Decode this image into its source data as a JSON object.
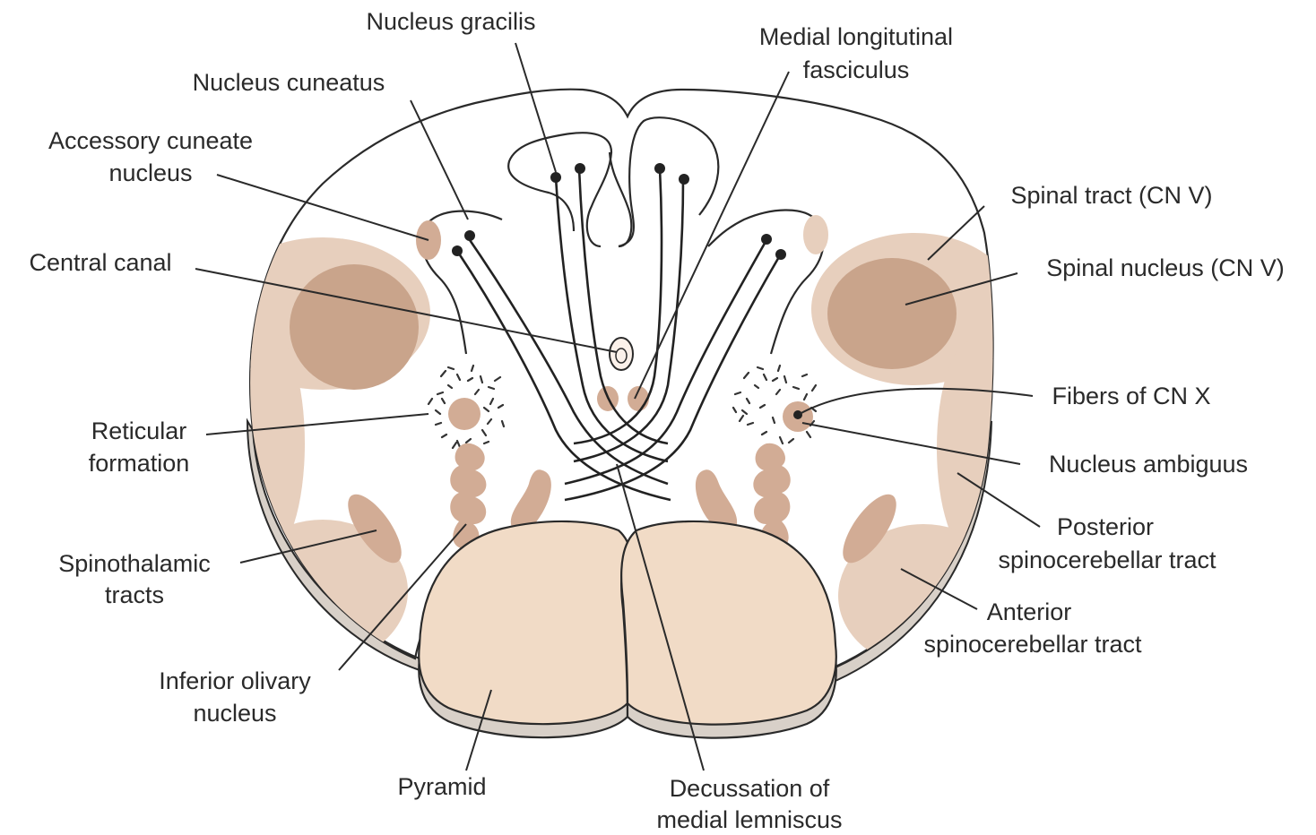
{
  "colors": {
    "tissue": "#fbf1ea",
    "pyramid": "#f1dbc6",
    "rim": "#d8d0c8",
    "tract_light": "#e7cfbd",
    "tract_dark": "#c9a48b",
    "nucleus": "#d2ac95",
    "ink": "#2a2a2a"
  },
  "labels": {
    "nucleus_gracilis": "Nucleus gracilis",
    "mlf_line1": "Medial longitutinal",
    "mlf_line2": "fasciculus",
    "nucleus_cuneatus": "Nucleus cuneatus",
    "accessory_line1": "Accessory cuneate",
    "accessory_line2": "nucleus",
    "central_canal": "Central canal",
    "spinal_tract": "Spinal tract (CN V)",
    "spinal_nucleus": "Spinal nucleus (CN V)",
    "fibers_cn_x": "Fibers of CN X",
    "nucleus_ambiguus": "Nucleus ambiguus",
    "reticular_line1": "Reticular",
    "reticular_line2": "formation",
    "posterior_line1": "Posterior",
    "posterior_line2": "spinocerebellar tract",
    "spinothalamic_line1": "Spinothalamic",
    "spinothalamic_line2": "tracts",
    "anterior_line1": "Anterior",
    "anterior_line2": "spinocerebellar tract",
    "olivary_line1": "Inferior olivary",
    "olivary_line2": "nucleus",
    "pyramid": "Pyramid",
    "decussation_line1": "Decussation of",
    "decussation_line2": "medial lemniscus"
  }
}
